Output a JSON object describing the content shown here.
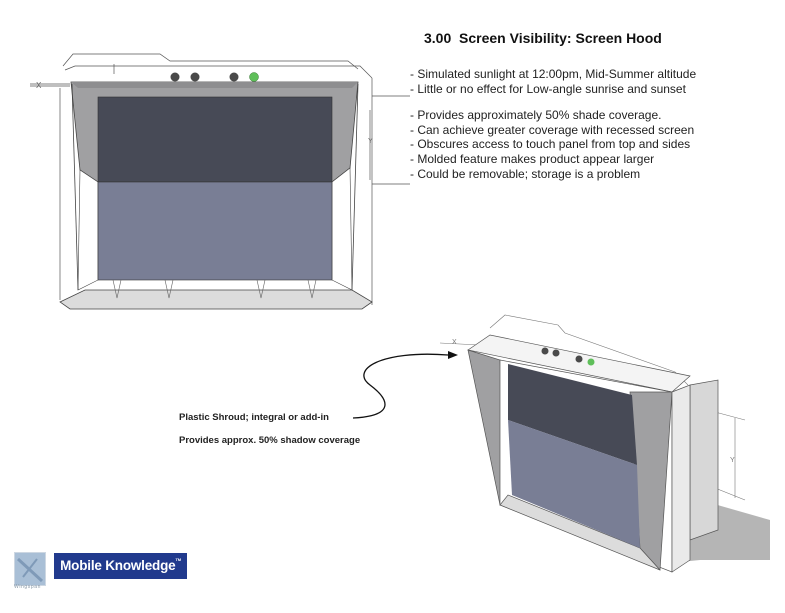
{
  "title": "3.00  Screen Visibility: Screen Hood",
  "bullets_group1": [
    "- Simulated sunlight at 12:00pm, Mid-Summer altitude",
    "- Little or no effect for Low-angle sunrise and sunset"
  ],
  "bullets_group2": [
    "- Provides approximately 50% shade coverage.",
    "- Can achieve greater coverage with recessed screen",
    "- Obscures access to touch panel from top and sides",
    "- Molded feature makes product appear larger",
    "- Could be removable; storage is a problem"
  ],
  "callout": {
    "line1": "Plastic Shroud; integral or add-in",
    "line2": "Provides approx. 50% shadow coverage"
  },
  "dimension_labels": {
    "x": "X",
    "y": "Y"
  },
  "indicator_lights": [
    {
      "state": "off",
      "color": "#4a4a4a"
    },
    {
      "state": "off",
      "color": "#4a4a4a"
    },
    {
      "state": "off",
      "color": "#4a4a4a"
    },
    {
      "state": "on",
      "color": "#5fbf5a"
    }
  ],
  "colors": {
    "screen_shaded": "#474a56",
    "screen_lit": "#797e95",
    "hood_gray": "#a0a0a2",
    "brand_blue": "#213a8d"
  },
  "logos": {
    "wingspan": "Wingspan",
    "mobile_knowledge": "Mobile Knowledge",
    "trademark": "TM"
  }
}
